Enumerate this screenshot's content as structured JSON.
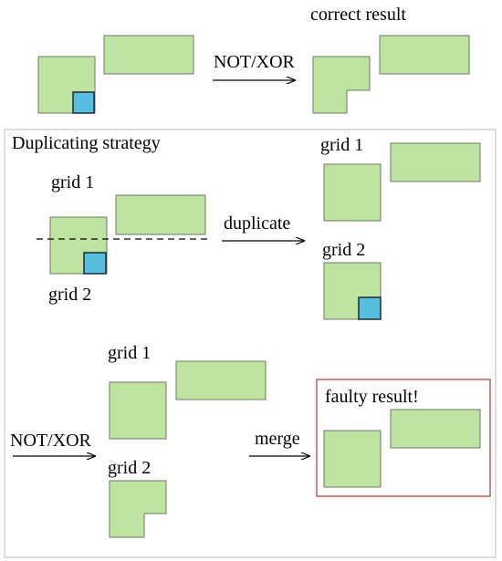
{
  "colors": {
    "fill_green": "#bfe3a1",
    "stroke_gray": "#6f7a66",
    "fill_blue": "#56bfe0",
    "stroke_dark": "#1f2a33",
    "panel_border": "#b8b8b8",
    "highlight_border": "#b5473b",
    "text": "#000000"
  },
  "top": {
    "operation_label": "NOT/XOR",
    "result_label": "correct result"
  },
  "panel": {
    "title": "Duplicating strategy",
    "grid1_left": "grid 1",
    "grid2_left": "grid 2",
    "duplicate_label": "duplicate",
    "grid1_right": "grid 1",
    "grid2_right": "grid 2"
  },
  "bottom": {
    "operation_label": "NOT/XOR",
    "grid1": "grid 1",
    "grid2": "grid 2",
    "merge_label": "merge",
    "faulty_label": "faulty result!"
  }
}
